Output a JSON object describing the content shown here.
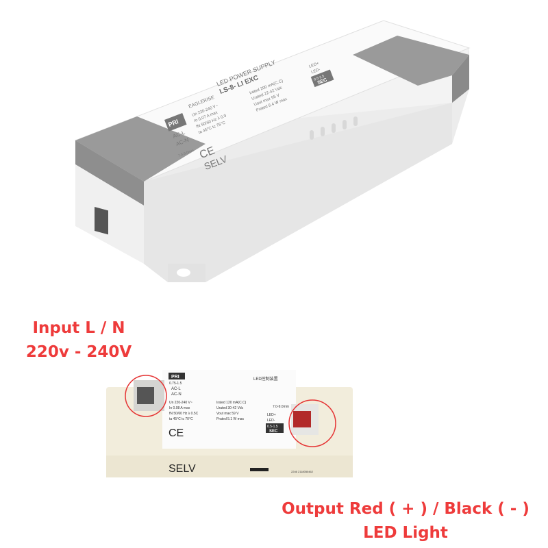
{
  "annotations": {
    "input_line1": "Input L / N",
    "input_line2": "220v - 240V",
    "output_line1": "Output Red ( + ) / Black ( - )",
    "output_line2": "LED Light",
    "color": "#ee3b3b"
  },
  "top_product_label": {
    "brand": "EAGLERISE",
    "title": "LED POWER SUPPLY",
    "model": "LS-8-   LI EXC",
    "pri": "PRI",
    "pri_range": "0.5-1.5",
    "ac_l": "AC-L",
    "ac_n": "AC-N",
    "sec": "SEC",
    "sec_range": "0.5-1.5",
    "led_plus": "LED+",
    "led_minus": "LED-",
    "specs_left": [
      "Un 220-240 V~",
      "In 0.07 A max",
      "fN 50/60 Hz   λ 0.9",
      "ta 45°C   tc 75°C"
    ],
    "specs_right": [
      "Irated 200 mA(C.C)",
      "Urated 22-42 Vdc",
      "Uout max 55 V",
      "Prated 8.4 W max"
    ],
    "strip": "7.0-9.0mm",
    "selv": "SELV",
    "ce": "CE"
  },
  "bottom_product_label": {
    "pri": "PRI",
    "pri_range": "0.75-1.5",
    "ac_l": "AC-L",
    "ac_n": "AC-N",
    "title": "LED控制装置",
    "specs_left": [
      "Un 220-240 V~",
      "In 0.08 A max",
      "fN 50/60 Hz  λ 0.5C",
      "ta 45°C   tc 70°C"
    ],
    "specs_right": [
      "Irated 120 mA(C.C)",
      "Urated 30-42 Vdc",
      "Vout max 59 V",
      "Prated 5.1 W max"
    ],
    "strip": "7.0-9.0mm",
    "led_plus": "LED+",
    "led_minus": "LED-",
    "sec_range": "0.5-1.5",
    "sec": "SEC",
    "ce": "CE",
    "selv": "SELV",
    "serial": "2246  2118050462"
  }
}
